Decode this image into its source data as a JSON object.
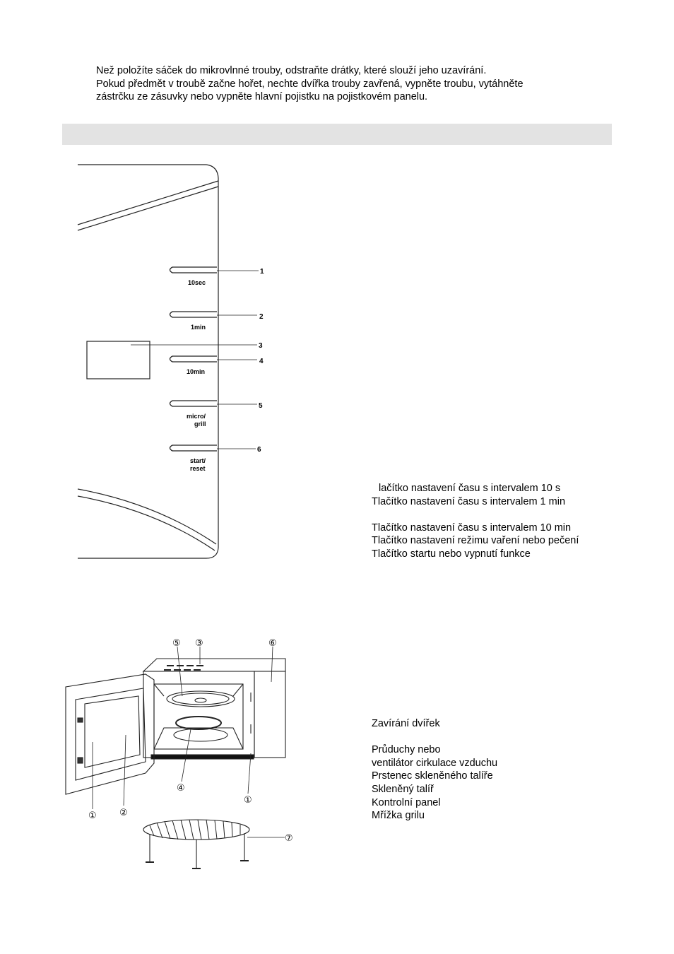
{
  "intro": {
    "line1": "Než položíte sáček do mikrovlnné trouby, odstraňte drátky, které slouží    jeho uzavírání.",
    "line2": "Pokud předmět v troubě začne hořet, nechte dvířka trouby zavřená, vypněte troubu, vytáhněte",
    "line3": "zástrčku ze zásuvky nebo vypněte hlavní pojistku na pojistkovém panelu."
  },
  "panel": {
    "buttons": [
      {
        "num": "1",
        "label": "10sec"
      },
      {
        "num": "2",
        "label": "1min"
      },
      {
        "num": "4",
        "label": "10min"
      },
      {
        "num": "5",
        "label_line1": "micro/",
        "label_line2": "grill"
      },
      {
        "num": "6",
        "label_line1": "start/",
        "label_line2": "reset"
      }
    ],
    "display_num": "3"
  },
  "panel_legend": [
    "lačítko nastavení času s intervalem 10 s",
    "Tlačítko nastavení času s intervalem 1 min",
    "",
    "Tlačítko nastavení času s intervalem 10 min",
    "Tlačítko nastavení režimu vaření nebo pečení",
    "Tlačítko startu nebo vypnutí funkce"
  ],
  "oven": {
    "callouts": [
      "①",
      "②",
      "③",
      "④",
      "⑤",
      "⑥",
      "⑦"
    ]
  },
  "oven_legend": [
    "Zavírání dvířek",
    "",
    "Průduchy nebo",
    "ventilátor cirkulace vzduchu",
    "Prstenec skleněného talíře",
    "Skleněný talíř",
    "Kontrolní panel",
    "Mřížka grilu"
  ]
}
